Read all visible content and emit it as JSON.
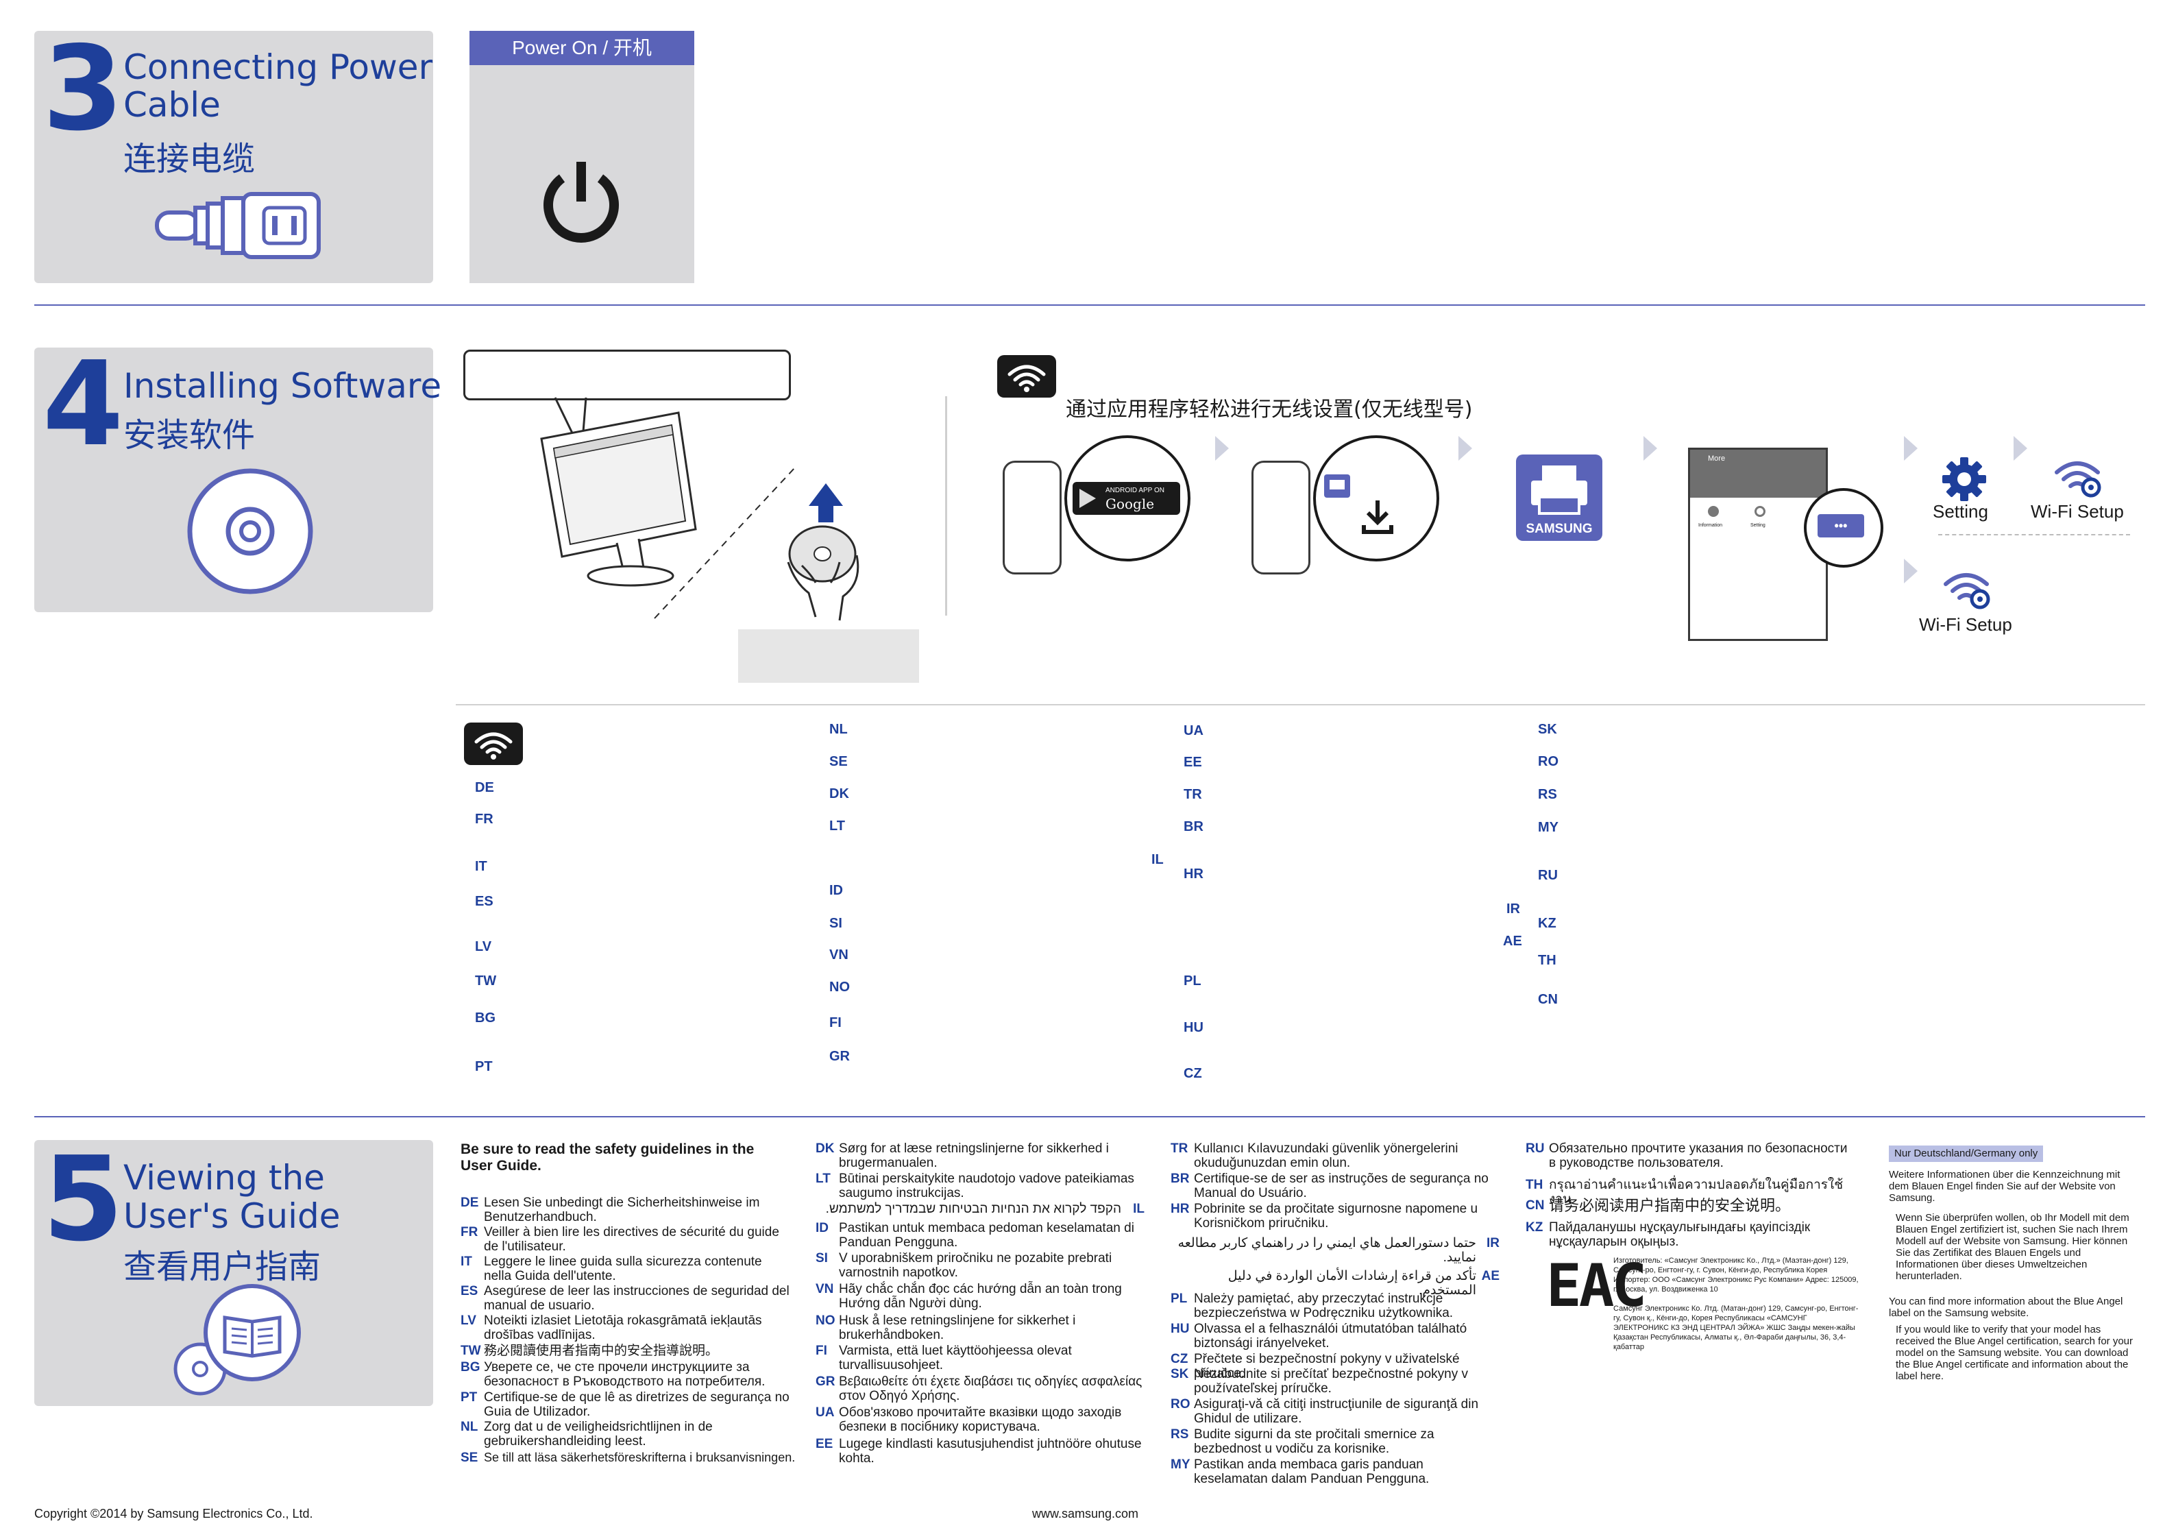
{
  "section3": {
    "number": "3",
    "title_line1": "Connecting Power",
    "title_line2": "Cable",
    "title_cn": "连接电缆"
  },
  "power": {
    "header": "Power On  /  开机"
  },
  "section4": {
    "number": "4",
    "title": "Installing Software",
    "title_cn": "安装软件"
  },
  "wireless": {
    "heading_cn": "通过应用程序轻松进行无线设置(仅无线型号)",
    "google_play_small": "ANDROID APP ON",
    "google_play": "Google play",
    "samsung_label": "SAMSUNG",
    "more_label": "More",
    "app_info_label": "Information",
    "app_setting_label": "Setting",
    "dots": "•••",
    "setting": "Setting",
    "wifi_setup_1": "Wi-Fi Setup",
    "wifi_setup_2": "Wi-Fi Setup"
  },
  "codes": {
    "col1": [
      "DE",
      "FR",
      "IT",
      "ES",
      "LV",
      "TW",
      "BG",
      "PT"
    ],
    "col2": [
      "NL",
      "SE",
      "DK",
      "LT",
      "ID",
      "SI",
      "VN",
      "NO",
      "FI",
      "GR"
    ],
    "il": "IL",
    "col3": [
      "UA",
      "EE",
      "TR",
      "BR",
      "HR",
      "PL",
      "HU",
      "CZ"
    ],
    "ir": "IR",
    "ae": "AE",
    "col4": [
      "SK",
      "RO",
      "RS",
      "MY",
      "RU",
      "KZ",
      "TH",
      "CN"
    ]
  },
  "section5": {
    "number": "5",
    "title_line1": "Viewing the",
    "title_line2": "User's Guide",
    "title_cn": "查看用户指南"
  },
  "safety": {
    "heading": "Be sure to read the safety guidelines in the User Guide.",
    "col1": [
      {
        "code": "DE",
        "text": "Lesen Sie unbedingt die Sicherheitshinweise im Benutzerhandbuch."
      },
      {
        "code": "FR",
        "text": "Veiller à bien lire les directives de sécurité du guide de l'utilisateur."
      },
      {
        "code": "IT",
        "text": "Leggere le linee guida sulla sicurezza contenute nella Guida dell'utente."
      },
      {
        "code": "ES",
        "text": "Asegúrese de leer las instrucciones de seguridad del manual de usuario."
      },
      {
        "code": "LV",
        "text": "Noteikti izlasiet Lietotāja rokasgrāmatā iekļautās drošības vadlīnijas."
      },
      {
        "code": "TW",
        "text": "務必閱讀使用者指南中的安全指導說明。"
      },
      {
        "code": "BG",
        "text": "Уверете се, че сте прочели инструкциите за безопасност в Ръководството на потребителя."
      },
      {
        "code": "PT",
        "text": "Certifique-se de que lê as diretrizes de segurança no Guia de Utilizador."
      },
      {
        "code": "NL",
        "text": "Zorg dat u de veiligheidsrichtlijnen in de gebruikershandleiding leest."
      },
      {
        "code": "SE",
        "text": "Se till att läsa säkerhetsföreskrifterna i bruksanvisningen."
      }
    ],
    "col2": [
      {
        "code": "DK",
        "text": "Sørg for at læse retningslinjerne for sikkerhed i brugermanualen."
      },
      {
        "code": "LT",
        "text": "Būtinai perskaitykite naudotojo vadove pateikiamas saugumo instrukcijas."
      },
      {
        "code": "IL",
        "text": "הקפד לקרוא את הנחיות הבטיחות שבמדריך למשתמש."
      },
      {
        "code": "ID",
        "text": "Pastikan untuk membaca pedoman keselamatan di Panduan Pengguna."
      },
      {
        "code": "SI",
        "text": "V uporabniškem priročniku ne pozabite prebrati varnostnih napotkov."
      },
      {
        "code": "VN",
        "text": "Hãy chắc chắn đọc các hướng dẫn an toàn trong Hướng dẫn Người dùng."
      },
      {
        "code": "NO",
        "text": "Husk å lese retningslinjene for sikkerhet i brukerhåndboken."
      },
      {
        "code": "FI",
        "text": "Varmista, että luet käyttöohjeessa olevat turvallisuusohjeet."
      },
      {
        "code": "GR",
        "text": "Βεβαιωθείτε ότι έχετε διαβάσει τις οδηγίες ασφαλείας στον Οδηγό Χρήσης."
      },
      {
        "code": "UA",
        "text": "Обов'язково прочитайте вказівки щодо заходів безпеки в посібнику користувача."
      },
      {
        "code": "EE",
        "text": "Lugege kindlasti kasutusjuhendist juhtnööre ohutuse kohta."
      }
    ],
    "col3": [
      {
        "code": "TR",
        "text": "Kullanıcı Kılavuzundaki güvenlik yönergelerini okuduğunuzdan emin olun."
      },
      {
        "code": "BR",
        "text": "Certifique-se de ser as instruções de segurança no Manual do Usuário."
      },
      {
        "code": "HR",
        "text": "Pobrinite se da pročitate sigurnosne napomene u Korisničkom priručniku."
      },
      {
        "code": "IR",
        "text": "حتما دستورالعمل هاي ايمني را در راهنماي کاربر مطالعه نماييد."
      },
      {
        "code": "AE",
        "text": "تأكد من قراءة إرشادات الأمان الواردة في دليل المستخدم."
      },
      {
        "code": "PL",
        "text": "Należy pamiętać, aby przeczytać instrukcje bezpieczeństwa w Podręczniku użytkownika."
      },
      {
        "code": "HU",
        "text": "Olvassa el a felhasználói útmutatóban található biztonsági irányelveket."
      },
      {
        "code": "CZ",
        "text": "Přečtete si bezpečnostní pokyny v uživatelské příručce."
      },
      {
        "code": "SK",
        "text": "Nezabudnite si prečítať bezpečnostné pokyny v používateľskej príručke."
      },
      {
        "code": "RO",
        "text": "Asiguraţi-vă că citiţi instrucţiunile de siguranţă din Ghidul de utilizare."
      },
      {
        "code": "RS",
        "text": "Budite sigurni da ste pročitali smernice za bezbednost u vodiču za korisnike."
      },
      {
        "code": "MY",
        "text": "Pastikan anda membaca garis panduan keselamatan dalam Panduan Pengguna."
      }
    ],
    "col4": [
      {
        "code": "RU",
        "text": "Обязательно прочтите указания по безопасности в руководстве пользователя."
      },
      {
        "code": "TH",
        "text": "กรุณาอ่านคำแนะนำเพื่อความปลอดภัยในคู่มือการใช้งาน"
      },
      {
        "code": "CN",
        "text": "请务必阅读用户指南中的安全说明。"
      },
      {
        "code": "KZ",
        "text": "Пайдаланушы нұсқаулығындағы қауіпсіздік нұсқауларын оқыңыз."
      }
    ],
    "eac_mark": "EAC",
    "eac_text1": "Изготовитель: «Самсунг Электроникс Ко., Лтд.» (Маэтан-донг) 129, Самсунг-ро, Енгтонг-гу, г. Сувон, Кёнги-до, Республика Корея Импортер: ООО «Самсунг Электроникс Рус Компани» Адрес: 125009, г. Москва, ул. Воздвиженка 10",
    "eac_text2": "Самсунг Электроникс Ко. Лтд. (Матан-донг) 129, Самсунг-ро, Енгтонг-гу, Сувон қ., Кёнги-до, Корея Республикасы «САМСУНГ ЭЛЕКТРОНИКС КЗ ЭНД ЦЕНТРАЛ ЭЙЖА» ЖШС Заңды мекен-жайы Қазақстан Республикасы, Алматы қ., Әл-Фараби даңғылы, 36, 3,4-қабаттар"
  },
  "blue_angel": {
    "badge": "Nur Deutschland/Germany only",
    "de_intro": "Weitere Informationen über die Kennzeichnung mit dem Blauen Engel finden Sie auf der Website von Samsung.",
    "de_detail": "Wenn Sie überprüfen wollen, ob Ihr Modell mit dem Blauen Engel zertifiziert ist, suchen Sie nach Ihrem Modell auf der Website von Samsung. Hier können Sie das Zertifikat des Blauen Engels und Informationen über dieses Umweltzeichen herunterladen.",
    "en_intro": "You can find more information about the Blue Angel label on the Samsung website.",
    "en_detail": "If you would like to verify that your model has received the Blue Angel certification, search for your model on the Samsung website. You can download the Blue Angel certificate and information about the label here."
  },
  "footer": {
    "copyright": "Copyright ©2014 by Samsung Electronics Co., Ltd.",
    "website": "www.samsung.com"
  }
}
